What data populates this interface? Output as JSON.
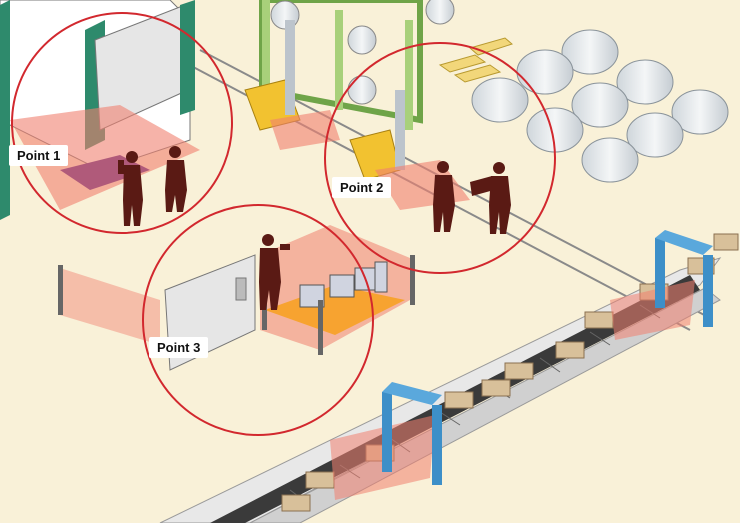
{
  "points": [
    {
      "id": "point-1",
      "label": "Point 1"
    },
    {
      "id": "point-2",
      "label": "Point 2"
    },
    {
      "id": "point-3",
      "label": "Point 3"
    }
  ],
  "colors": {
    "floor": "#f9f1d8",
    "highlight_circle": "#d2282e",
    "hazard_zone": "#f08070",
    "person": "#5a1a14",
    "gate_frame": "#3d8fc8",
    "rack": "#a8d07a",
    "coil": "#e6ebee",
    "forklift": "#f2c230"
  }
}
